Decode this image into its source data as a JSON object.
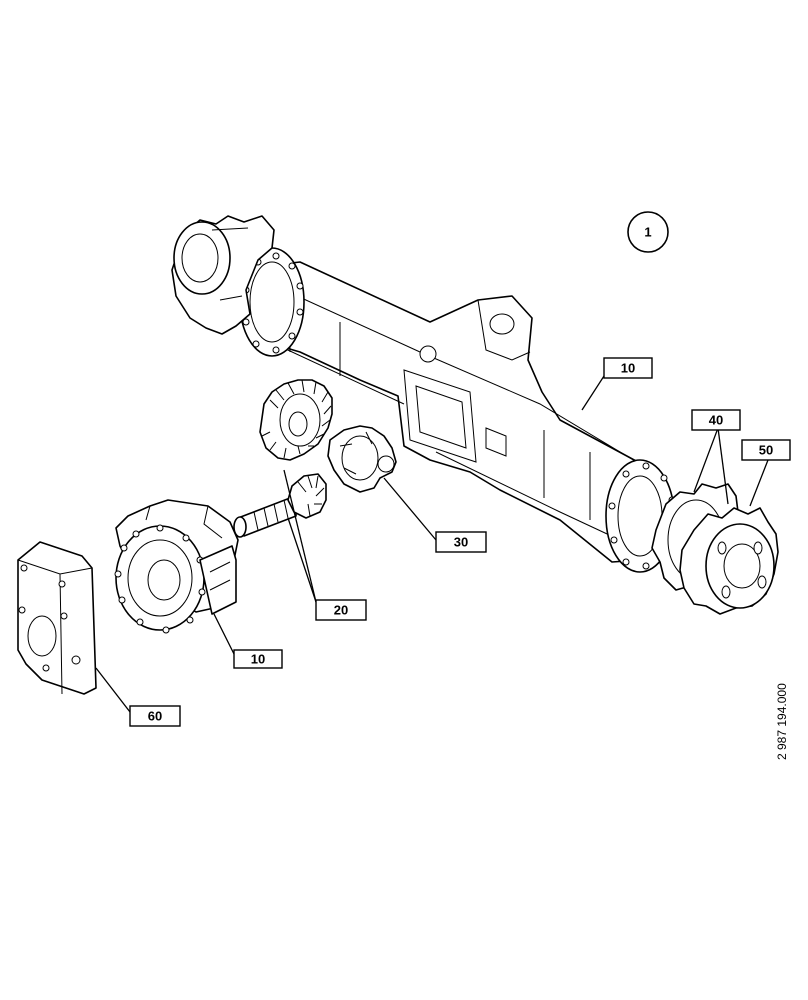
{
  "figure": {
    "index_badge": "1",
    "reference_code": "2 987 194.000"
  },
  "callouts": [
    {
      "id": "c10a",
      "label": "10"
    },
    {
      "id": "c40",
      "label": "40"
    },
    {
      "id": "c50",
      "label": "50"
    },
    {
      "id": "c30",
      "label": "30"
    },
    {
      "id": "c20",
      "label": "20"
    },
    {
      "id": "c10b",
      "label": "10"
    },
    {
      "id": "c60",
      "label": "60"
    }
  ]
}
